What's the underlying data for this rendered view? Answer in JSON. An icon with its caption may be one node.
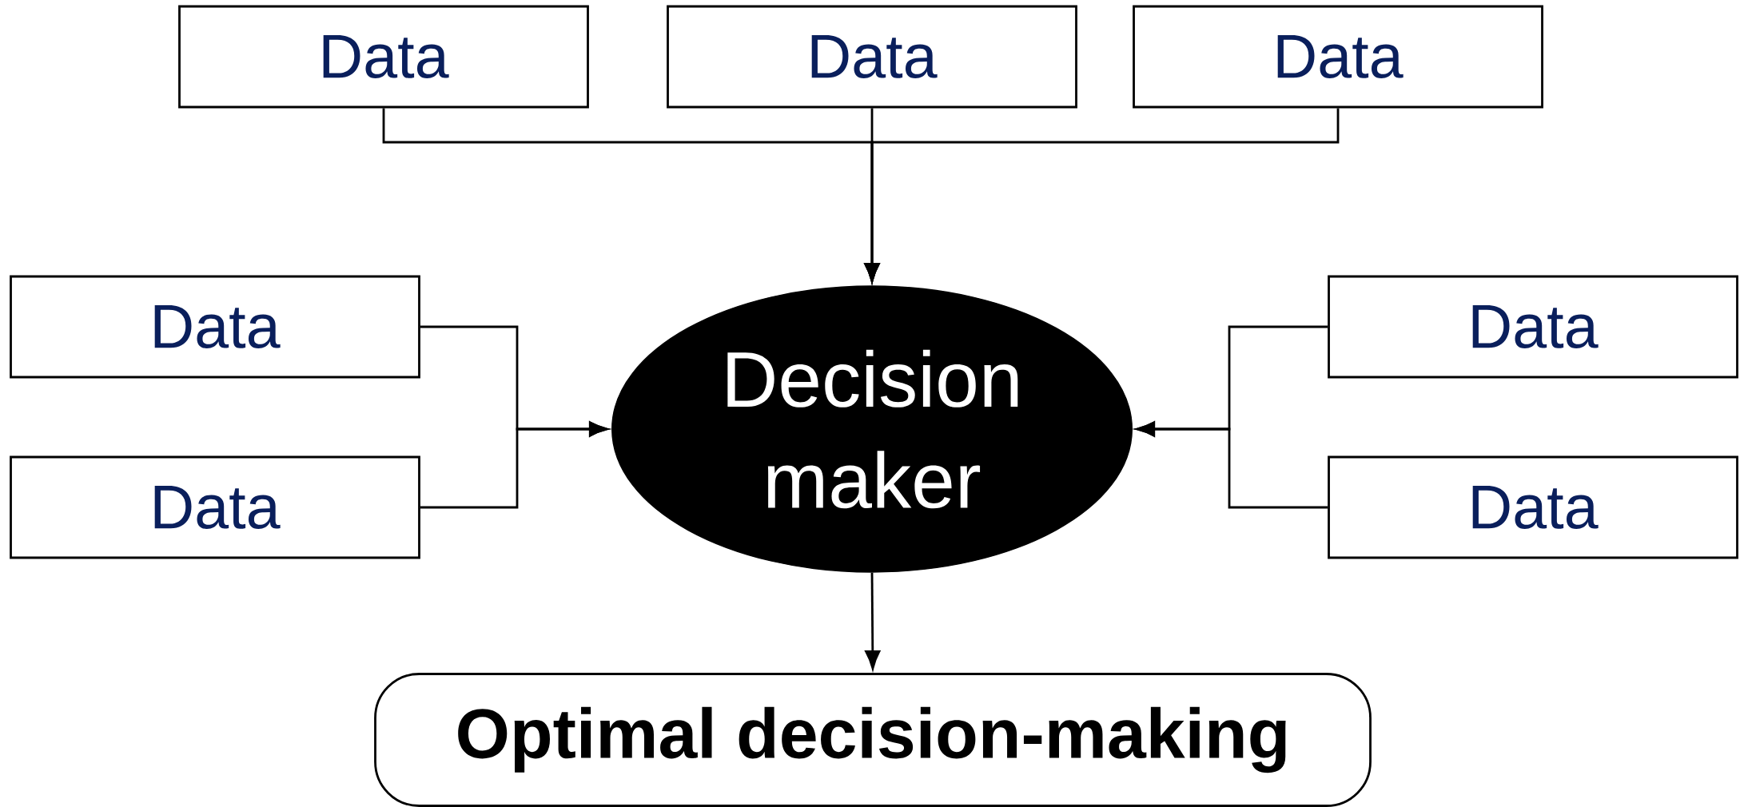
{
  "diagram": {
    "nodes": [
      {
        "text": [
          "Data"
        ]
      },
      {
        "text": [
          "Data"
        ]
      },
      {
        "text": [
          "Data"
        ]
      },
      {
        "text": [
          "Data"
        ]
      },
      {
        "text": [
          "Decision maker"
        ]
      },
      {
        "text": [
          "Data"
        ]
      },
      {
        "text": [
          "Data"
        ]
      },
      {
        "text": [
          "Data"
        ]
      },
      {
        "text": [
          "Optimal decision-making"
        ]
      }
    ],
    "edges": [
      {
        "from": 0,
        "to": 4,
        "arrow": "to"
      },
      {
        "from": 1,
        "to": 4,
        "arrow": "to"
      },
      {
        "from": 2,
        "to": 4,
        "arrow": "to"
      },
      {
        "from": 3,
        "to": 4,
        "arrow": "to"
      },
      {
        "from": 6,
        "to": 4,
        "arrow": "to"
      },
      {
        "from": 5,
        "to": 4,
        "arrow": "to"
      },
      {
        "from": 7,
        "to": 4,
        "arrow": "to"
      },
      {
        "from": 4,
        "to": 8,
        "arrow": "to"
      }
    ]
  }
}
